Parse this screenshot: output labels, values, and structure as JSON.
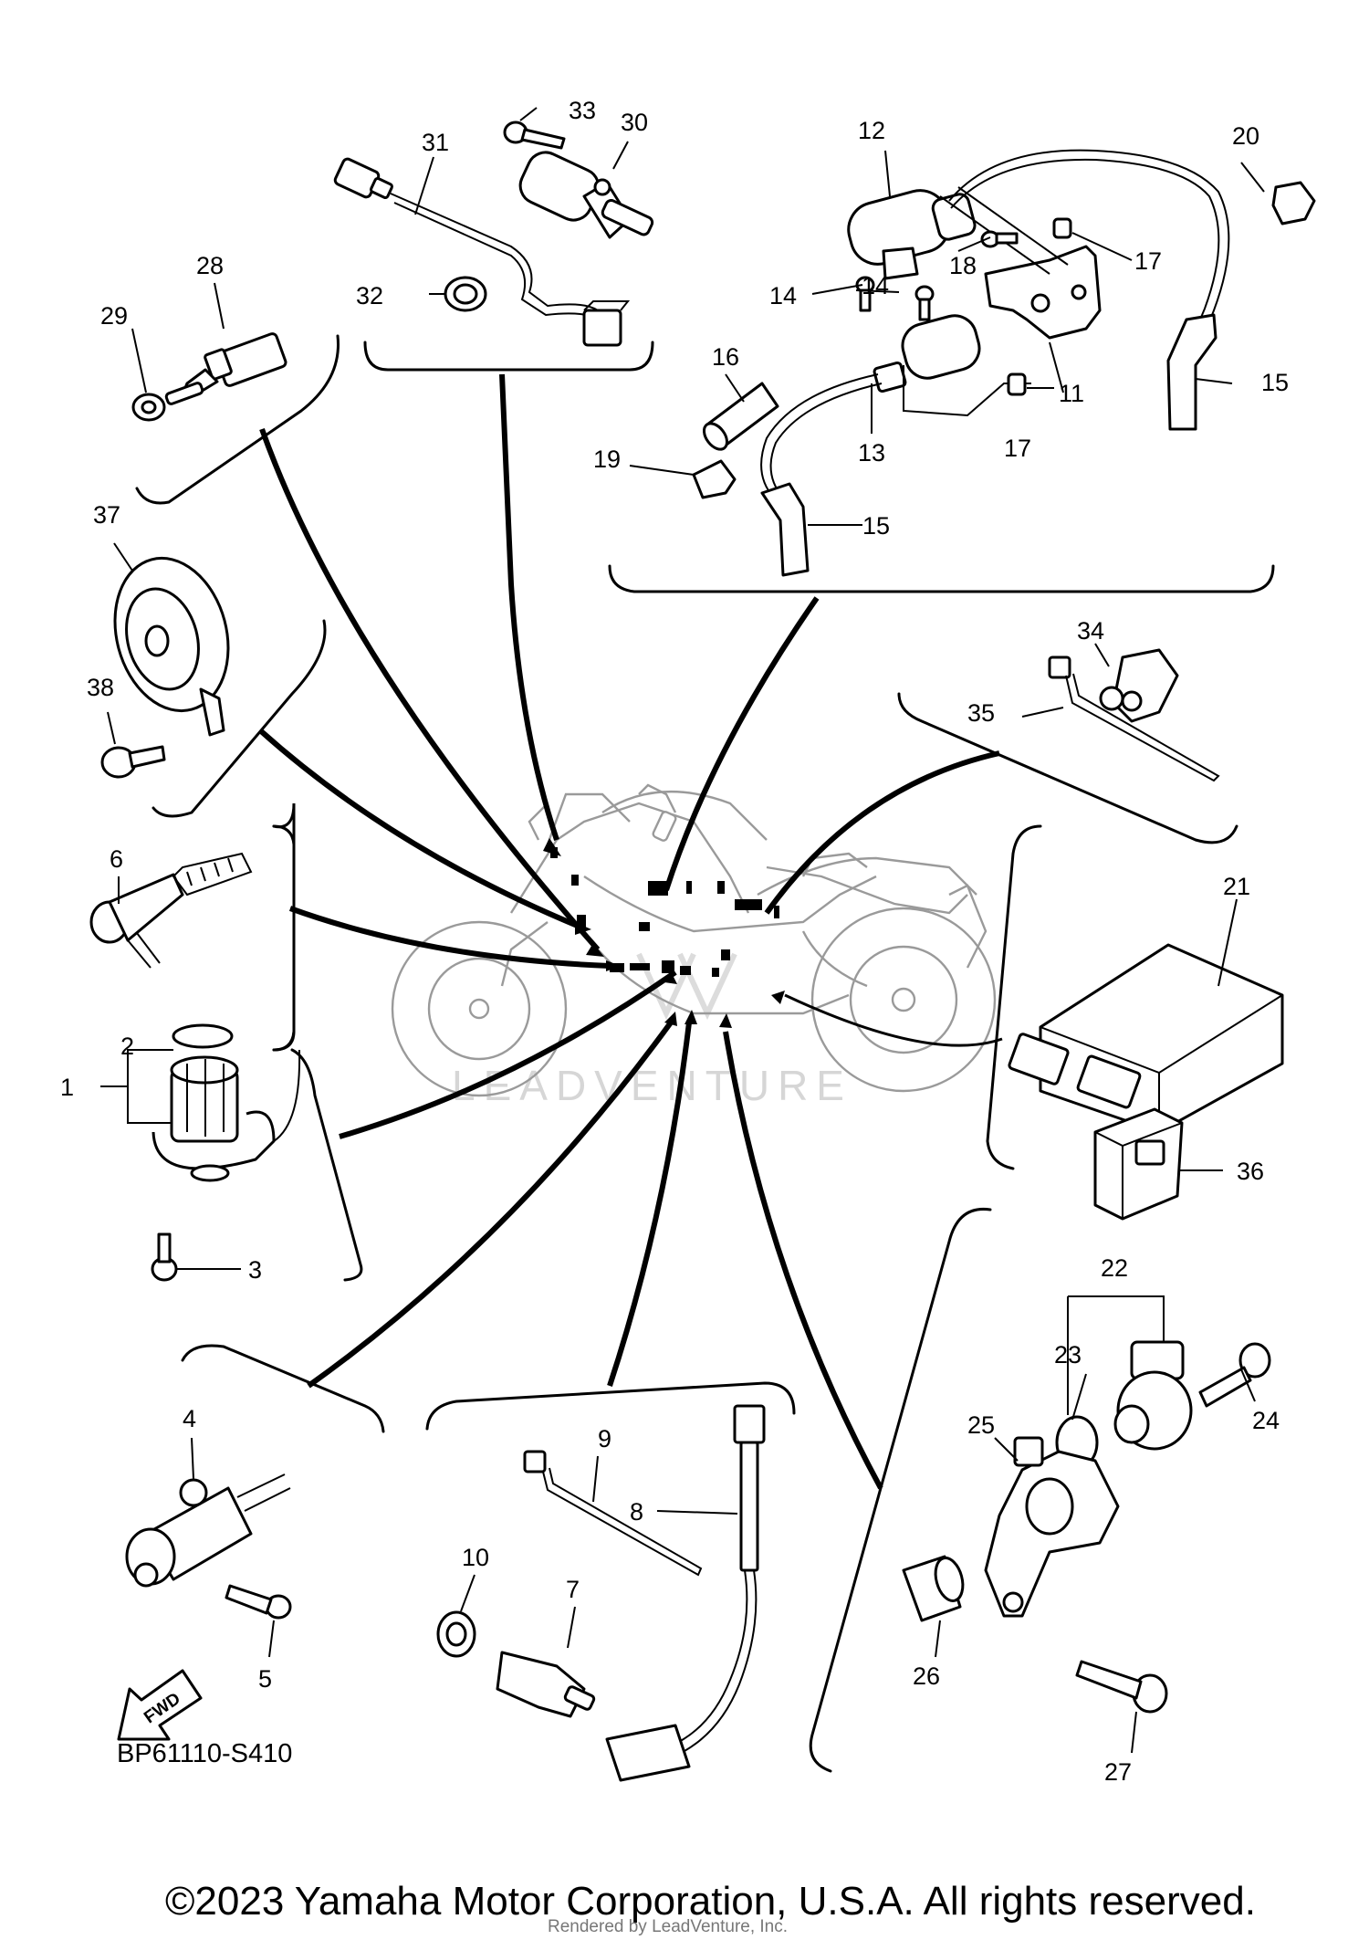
{
  "diagram": {
    "callouts": [
      "1",
      "2",
      "3",
      "4",
      "5",
      "6",
      "7",
      "8",
      "9",
      "10",
      "11",
      "12",
      "13",
      "14",
      "14",
      "15",
      "15",
      "16",
      "17",
      "17",
      "18",
      "19",
      "20",
      "21",
      "22",
      "23",
      "24",
      "25",
      "26",
      "27",
      "28",
      "29",
      "30",
      "31",
      "32",
      "33",
      "34",
      "35",
      "36",
      "37",
      "38"
    ],
    "fwd_label": "FWD",
    "watermark": "LEADVENTURE",
    "diagram_code": "BP61110-S410"
  },
  "footer": {
    "copyright": "©2023 Yamaha Motor Corporation, U.S.A. All rights reserved.",
    "rendered_by": "Rendered by LeadVenture, Inc."
  }
}
